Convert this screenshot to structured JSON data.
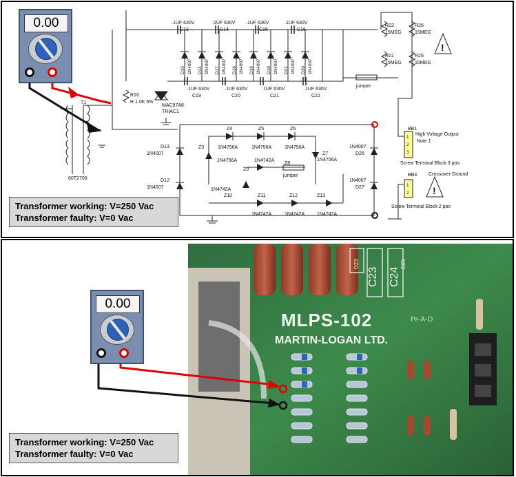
{
  "meter": {
    "reading": "0.00",
    "probe_colors": {
      "red": "#e00000",
      "black": "#111111"
    }
  },
  "info": {
    "line1": "Transformer working: V=250 Vac",
    "line2": "Transformer faulty: V=0 Vac"
  },
  "schematic": {
    "transformer_ref": "T1",
    "transformer_part": "60T2706",
    "caps_top": [
      {
        "value": ".1UF 630V",
        "ref": "C13"
      },
      {
        "value": ".1UF 630V",
        "ref": "C14"
      },
      {
        "value": ".1UF 630V",
        "ref": "C15"
      },
      {
        "value": ".1UF 630V",
        "ref": "C16"
      }
    ],
    "caps_bottom": [
      {
        "value": ".1UF 630V",
        "ref": "C19"
      },
      {
        "value": ".1UF 630V",
        "ref": "C20"
      },
      {
        "value": ".1UF 630V",
        "ref": "C21"
      },
      {
        "value": ".1UF 630V",
        "ref": "C22"
      }
    ],
    "diodes_ladder": [
      "D15",
      "D14",
      "D17",
      "D16",
      "D19",
      "D18",
      "D21",
      "D20"
    ],
    "diode_part": "1N4007",
    "r16": {
      "ref": "R16",
      "value": "R 1.0K 5%"
    },
    "triac": {
      "part": "MAC97A8",
      "ref": "TRIAC1"
    },
    "jumper": "jumper",
    "resistors": [
      {
        "ref": "R22",
        "value": "15MEG"
      },
      {
        "ref": "R21",
        "value": "15MEG"
      },
      {
        "ref": "R26",
        "value": "15MEG"
      },
      {
        "ref": "R25",
        "value": "15MEG"
      }
    ],
    "bb1": {
      "ref": "BB1",
      "title": "High Voltage Output",
      "note": "Note 1",
      "pins": [
        "1",
        "2",
        "3"
      ],
      "desc": "Screw Terminal Block 3 pos"
    },
    "bb4": {
      "ref": "BB4",
      "title": "Crossover Ground",
      "pins": [
        "1",
        "2"
      ],
      "desc": "Screw Terminal Block 2 pos"
    },
    "zeners": {
      "z4": {
        "ref": "Z4",
        "part": "1N4756A"
      },
      "z5": {
        "ref": "Z5",
        "part": "1N4756A"
      },
      "z6": {
        "ref": "Z6",
        "part": "1N4756A"
      },
      "z3": {
        "ref": "Z3",
        "part": "1N4756A"
      },
      "z7": {
        "ref": "Z7",
        "part": "1N4756A"
      },
      "z9": {
        "ref": "Z9",
        "part": "1N4742A"
      },
      "z10": {
        "ref": "Z10",
        "part": "1N4742A"
      },
      "z11": {
        "ref": "Z11",
        "part": "1N4742A"
      },
      "z12": {
        "ref": "Z12",
        "part": "1N4742A"
      },
      "z13": {
        "ref": "Z13",
        "part": "1N4742A"
      }
    },
    "z8": "Z8",
    "d13": "D13",
    "d12": "D12",
    "d26": "D26",
    "d27": "D27"
  },
  "board": {
    "name": "MLPS-102",
    "maker": "MARTIN-LOGAN LTD.",
    "marking": "Pε-A-O",
    "caps": [
      "C23",
      "C24"
    ],
    "ref_d": [
      "D23",
      "D25"
    ]
  }
}
